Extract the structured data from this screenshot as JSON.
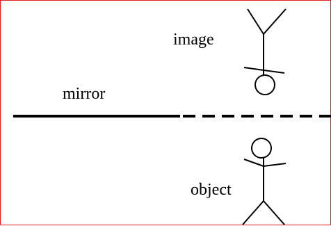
{
  "labels": {
    "image": "image",
    "mirror": "mirror",
    "object": "object"
  },
  "colors": {
    "frame": "#e02020",
    "stroke": "#000000",
    "background": "#ffffff"
  }
}
